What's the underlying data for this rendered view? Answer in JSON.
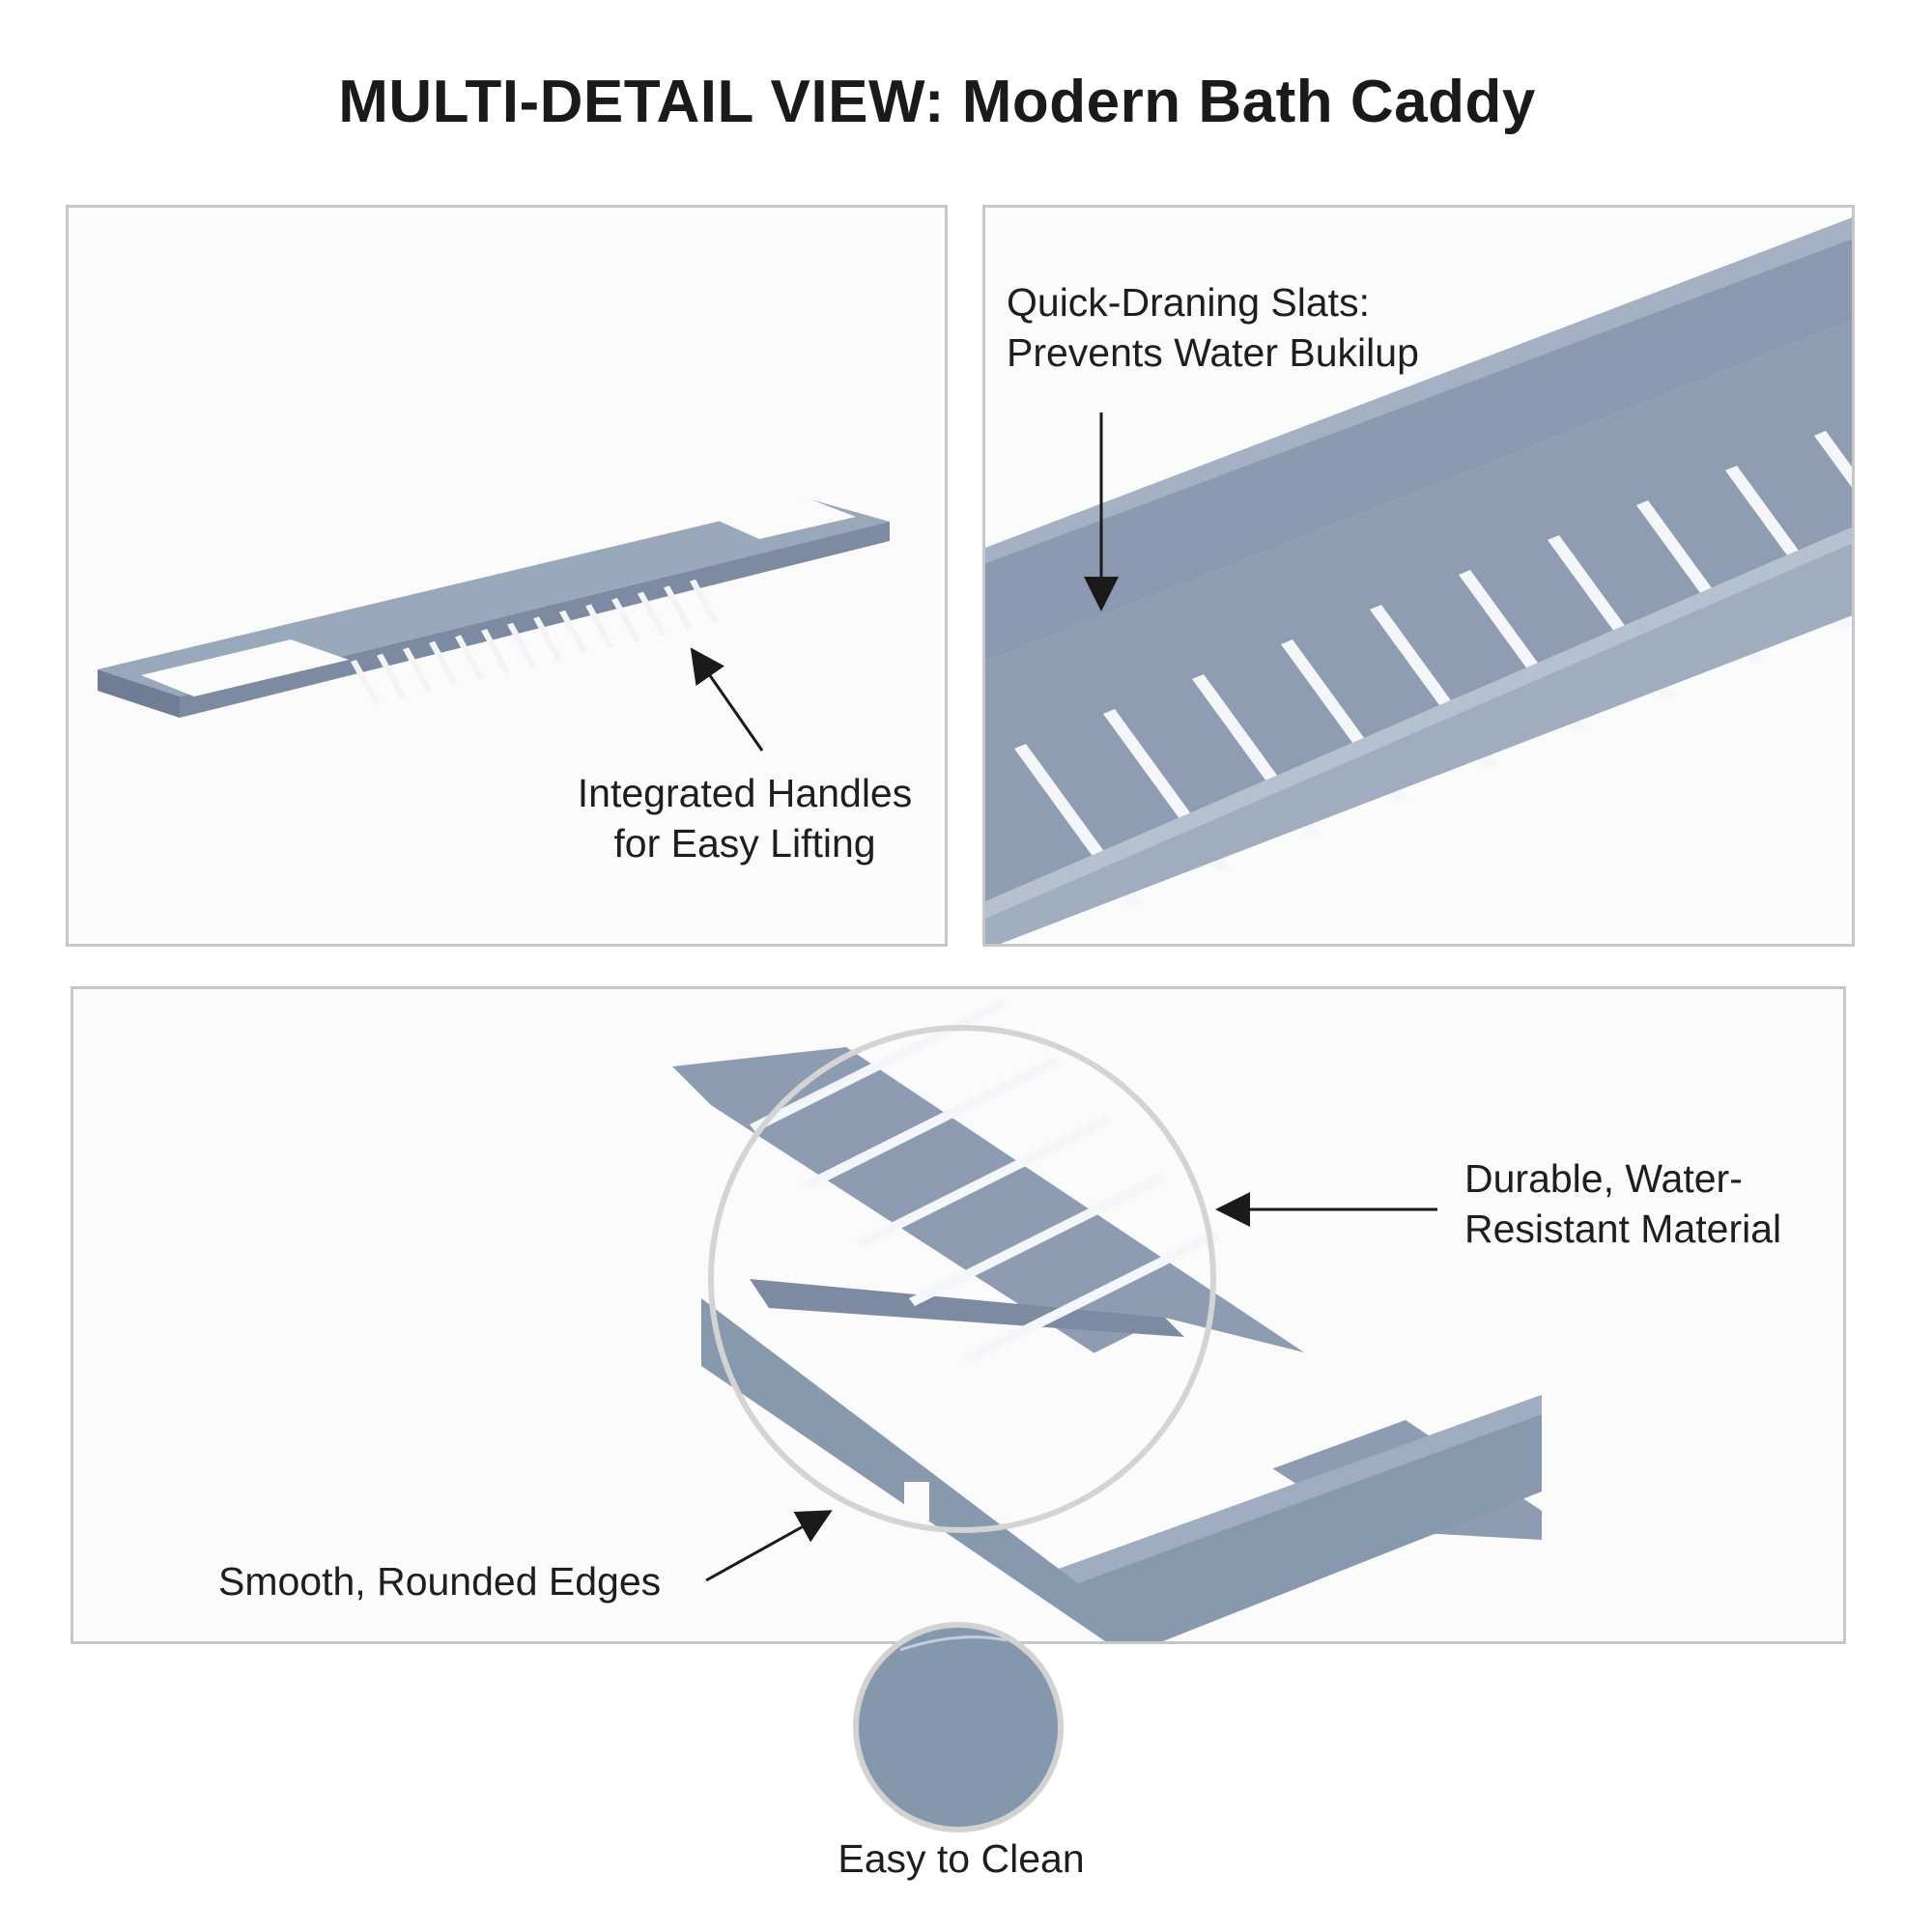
{
  "title": "MULTI-DETAIL VIEW: Modern Bath Caddy",
  "panels": {
    "overview": {
      "callout": "Integrated Handles\nfor Easy Lifting"
    },
    "slats": {
      "callout": "Quick-Draning Slats:\nPrevents Water Bukilup"
    },
    "edge_detail": {
      "material_callout": "Durable, Water-\nResistant Material",
      "edges_callout": "Smooth, Rounded Edges"
    }
  },
  "swatch": {
    "label": "Easy to Clean"
  },
  "colors": {
    "caddy": "#8b9ab0",
    "caddy_dark": "#6f7e94",
    "caddy_light": "#a4b1c3",
    "frame_border": "#c7c7c7",
    "lens_ring": "#d2d2d2"
  }
}
